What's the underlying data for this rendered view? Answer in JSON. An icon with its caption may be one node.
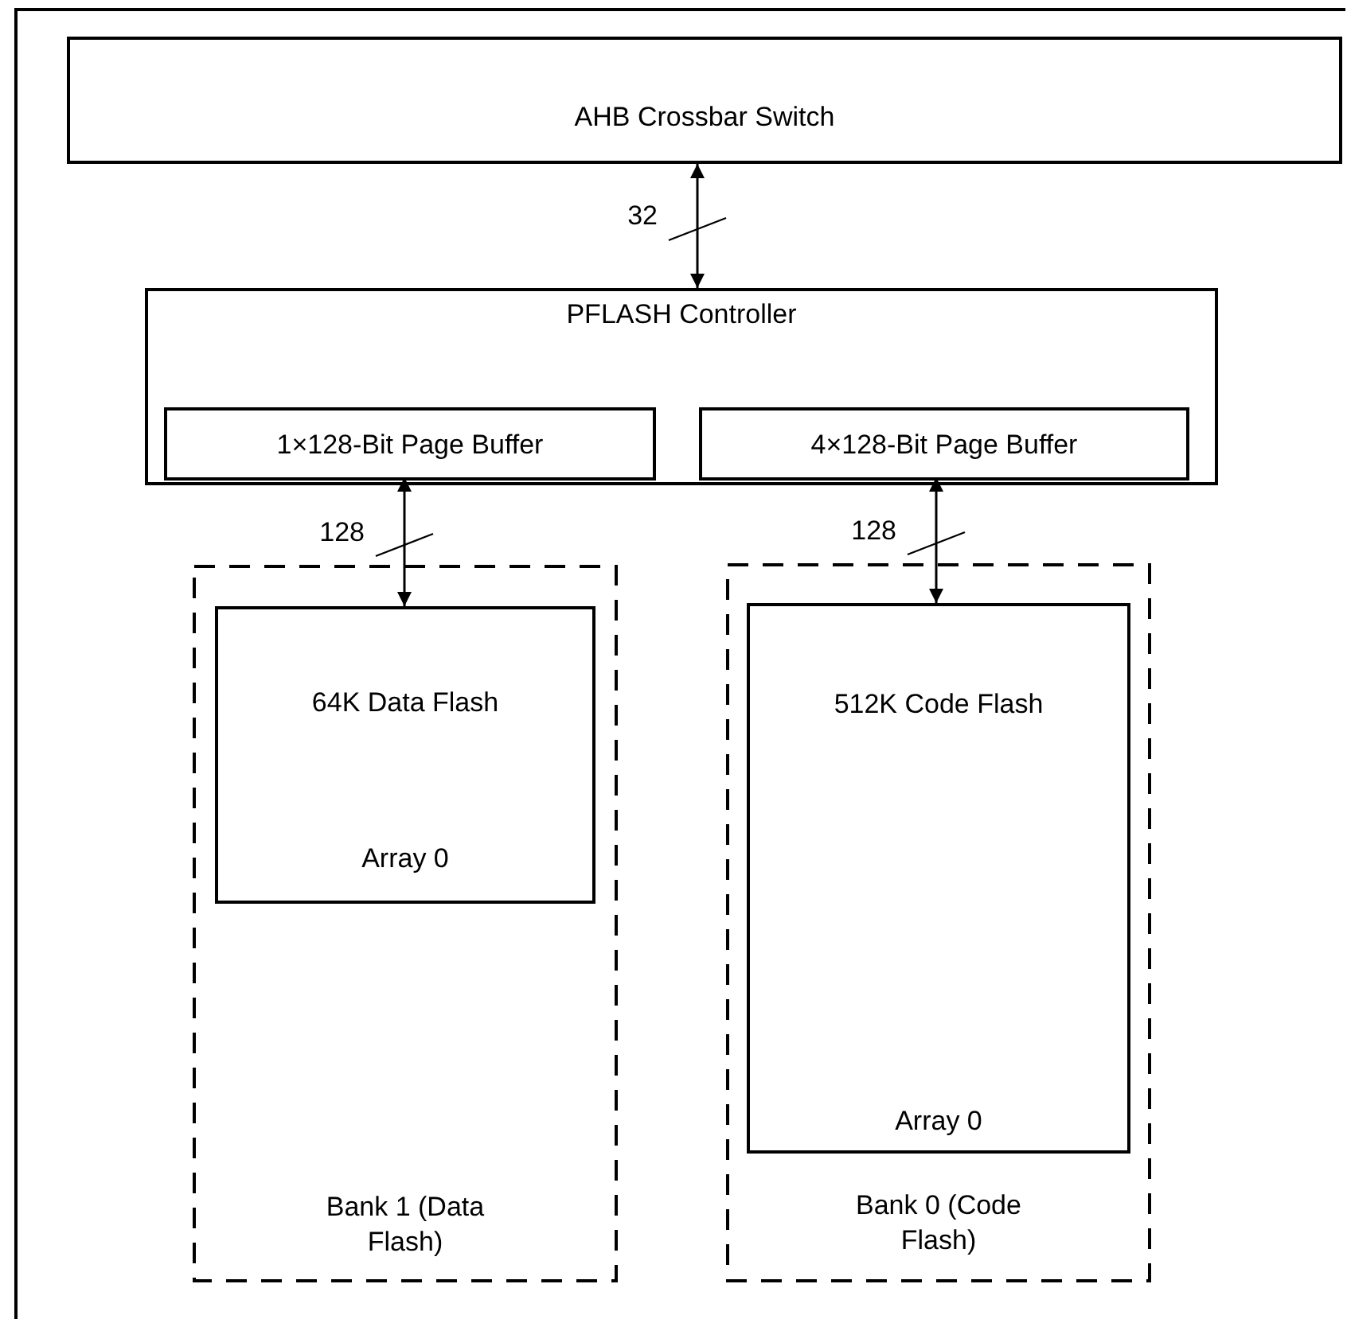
{
  "diagram": {
    "nodes": [
      {
        "text": [
          "AHB Crossbar Switch"
        ]
      },
      {
        "text": [
          "PFLASH Controller"
        ]
      },
      {
        "text": [
          "1×128-Bit Page Buffer"
        ],
        "in": 1
      },
      {
        "text": [
          "4×128-Bit Page Buffer"
        ],
        "in": 1
      },
      {
        "text": [
          "Bank 1 (Data Flash)"
        ]
      },
      {
        "text": [
          "64K Data Flash",
          "Array 0"
        ],
        "in": 4
      },
      {
        "text": [
          "Bank 0 (Code Flash)"
        ]
      },
      {
        "text": [
          "512K Code Flash",
          "Array 0"
        ],
        "in": 6
      }
    ],
    "edges": [
      {
        "from": 0,
        "to": 1,
        "arrow": "both",
        "label": "32"
      },
      {
        "from": 2,
        "to": 5,
        "arrow": "both",
        "label": "128"
      },
      {
        "from": 3,
        "to": 7,
        "arrow": "both",
        "label": "128"
      }
    ]
  }
}
